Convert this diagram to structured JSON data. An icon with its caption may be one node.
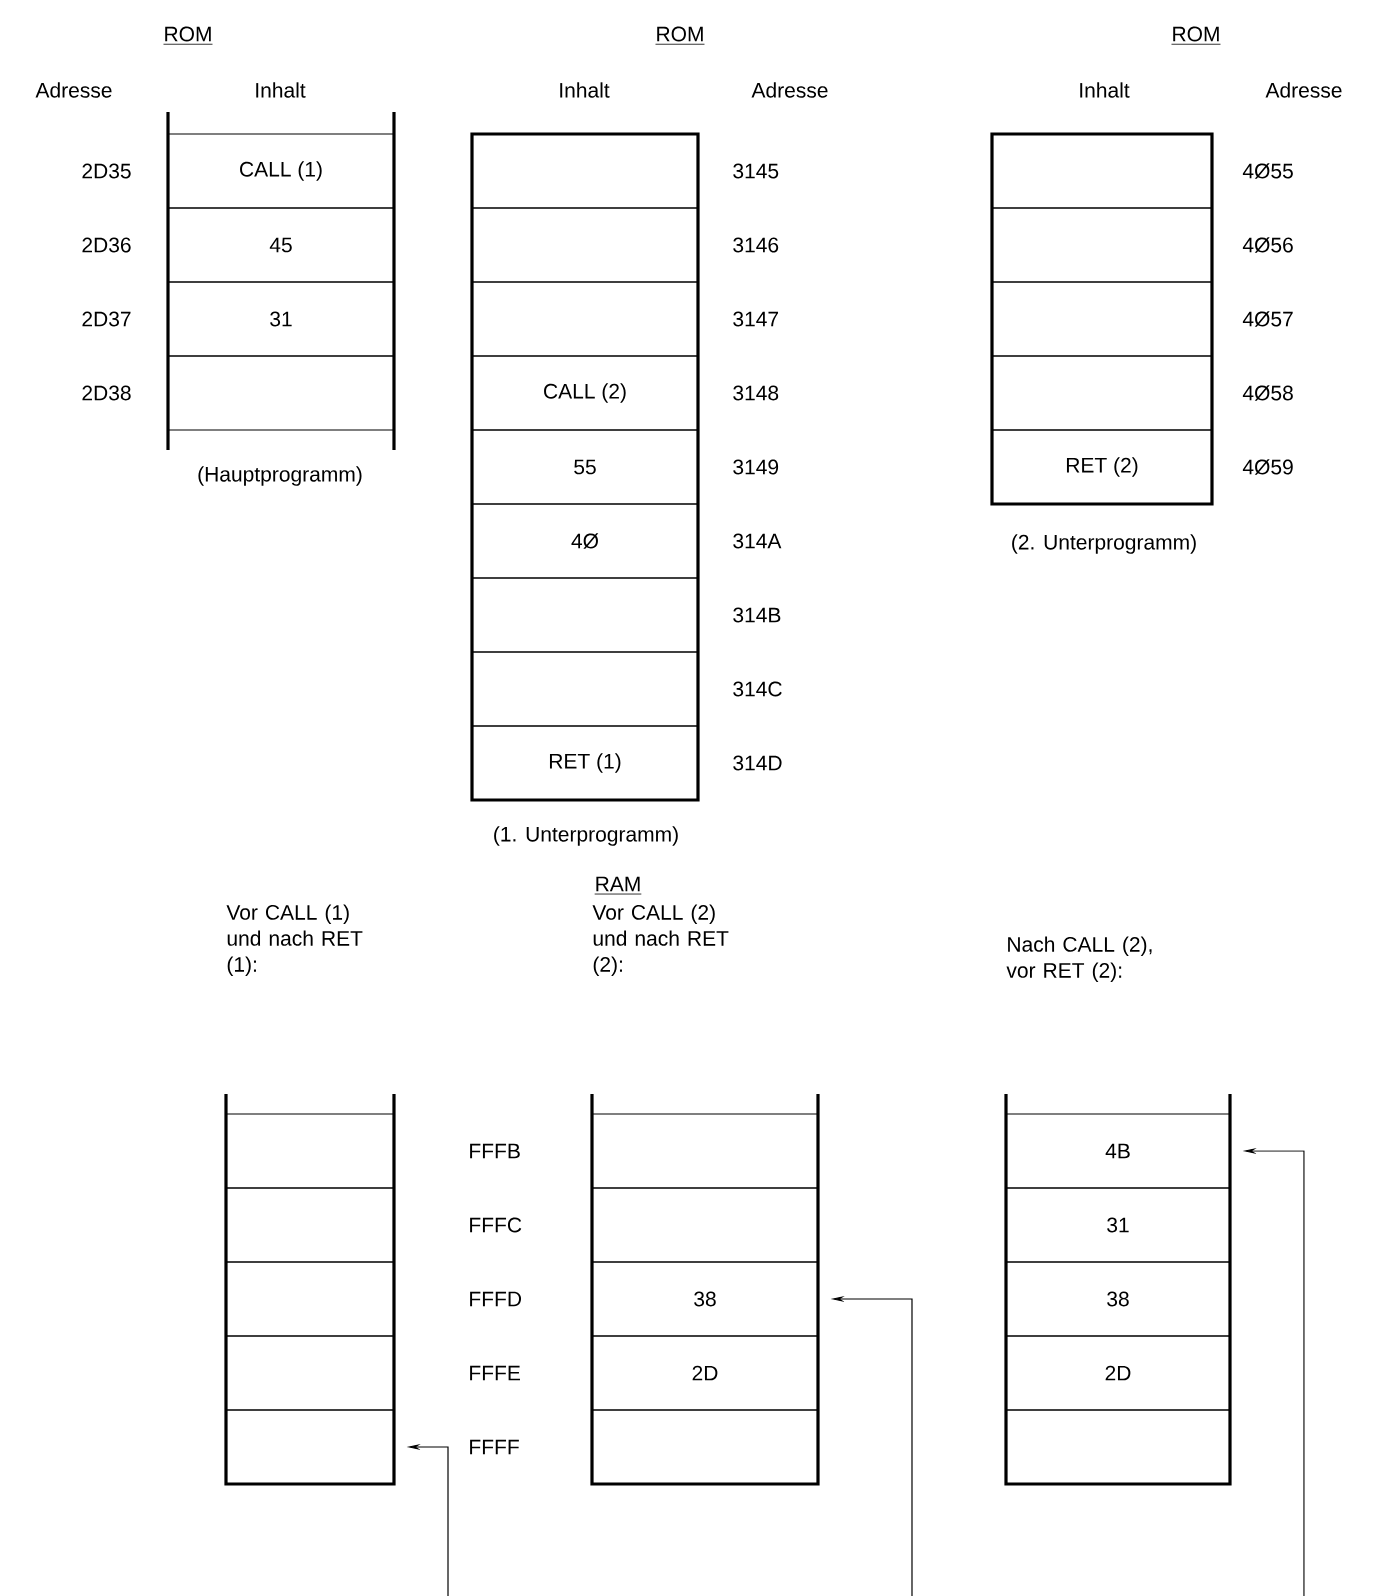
{
  "diagram": {
    "nodes": [
      {
        "text": [
          "(Hauptprogramm)"
        ]
      },
      {
        "text": [
          "CALL (1)"
        ],
        "in": 0
      },
      {
        "text": [
          "45"
        ],
        "in": 0
      },
      {
        "text": [
          "31"
        ],
        "in": 0
      },
      {
        "text": [],
        "shape": "box",
        "in": 0
      },
      {
        "text": [
          "(1. Unterprogramm)"
        ]
      },
      {
        "text": [],
        "shape": "box",
        "in": 5
      },
      {
        "text": [],
        "shape": "box",
        "in": 5
      },
      {
        "text": [],
        "shape": "box",
        "in": 5
      },
      {
        "text": [
          "CALL (2)"
        ],
        "in": 5
      },
      {
        "text": [
          "55"
        ],
        "in": 5
      },
      {
        "text": [
          "4Ø"
        ],
        "in": 5
      },
      {
        "text": [],
        "shape": "box",
        "in": 5
      },
      {
        "text": [],
        "shape": "box",
        "in": 5
      },
      {
        "text": [
          "RET (1)"
        ],
        "in": 5
      },
      {
        "text": [
          "(2. Unterprogramm)"
        ]
      },
      {
        "text": [],
        "shape": "box",
        "in": 15
      },
      {
        "text": [],
        "shape": "box",
        "in": 15
      },
      {
        "text": [],
        "shape": "box",
        "in": 15
      },
      {
        "text": [],
        "shape": "box",
        "in": 15
      },
      {
        "text": [
          "RET (2)"
        ],
        "in": 15
      },
      {
        "text": [
          "Vor CALL (1) und nach RET (1):"
        ]
      },
      {
        "text": [],
        "shape": "box",
        "in": 21
      },
      {
        "text": [],
        "shape": "box",
        "in": 21
      },
      {
        "text": [],
        "shape": "box",
        "in": 21
      },
      {
        "text": [],
        "shape": "box",
        "in": 21
      },
      {
        "text": [],
        "shape": "box",
        "in": 21
      },
      {
        "text": [
          "Vor CALL (2) und nach RET (2):"
        ]
      },
      {
        "text": [],
        "shape": "box",
        "in": 27
      },
      {
        "text": [],
        "shape": "box",
        "in": 27
      },
      {
        "text": [
          "38"
        ],
        "in": 27
      },
      {
        "text": [
          "2D"
        ],
        "in": 27
      },
      {
        "text": [],
        "shape": "box",
        "in": 27
      },
      {
        "text": [
          "Nach CALL (2), vor RET (2):"
        ]
      },
      {
        "text": [
          "4B"
        ],
        "in": 33
      },
      {
        "text": [
          "31"
        ],
        "in": 33
      },
      {
        "text": [
          "38"
        ],
        "in": 33
      },
      {
        "text": [
          "2D"
        ],
        "in": 33
      },
      {
        "text": [],
        "shape": "box",
        "in": 33
      }
    ],
    "edges": [
      {
        "from": null,
        "to": 26,
        "arrow": "to"
      },
      {
        "from": null,
        "to": 30,
        "arrow": "to"
      },
      {
        "from": null,
        "to": 34,
        "arrow": "to"
      }
    ],
    "labels": [
      "ROM",
      "Adresse",
      "Inhalt",
      "2D35",
      "2D36",
      "2D37",
      "2D38",
      "ROM",
      "Inhalt",
      "Adresse",
      "3145",
      "3146",
      "3147",
      "3148",
      "3149",
      "314A",
      "314B",
      "314C",
      "314D",
      "ROM",
      "Inhalt",
      "Adresse",
      "4Ø55",
      "4Ø56",
      "4Ø57",
      "4Ø58",
      "4Ø59",
      "RAM",
      "FFFB",
      "FFFC",
      "FFFD",
      "FFFE",
      "FFFF"
    ]
  }
}
